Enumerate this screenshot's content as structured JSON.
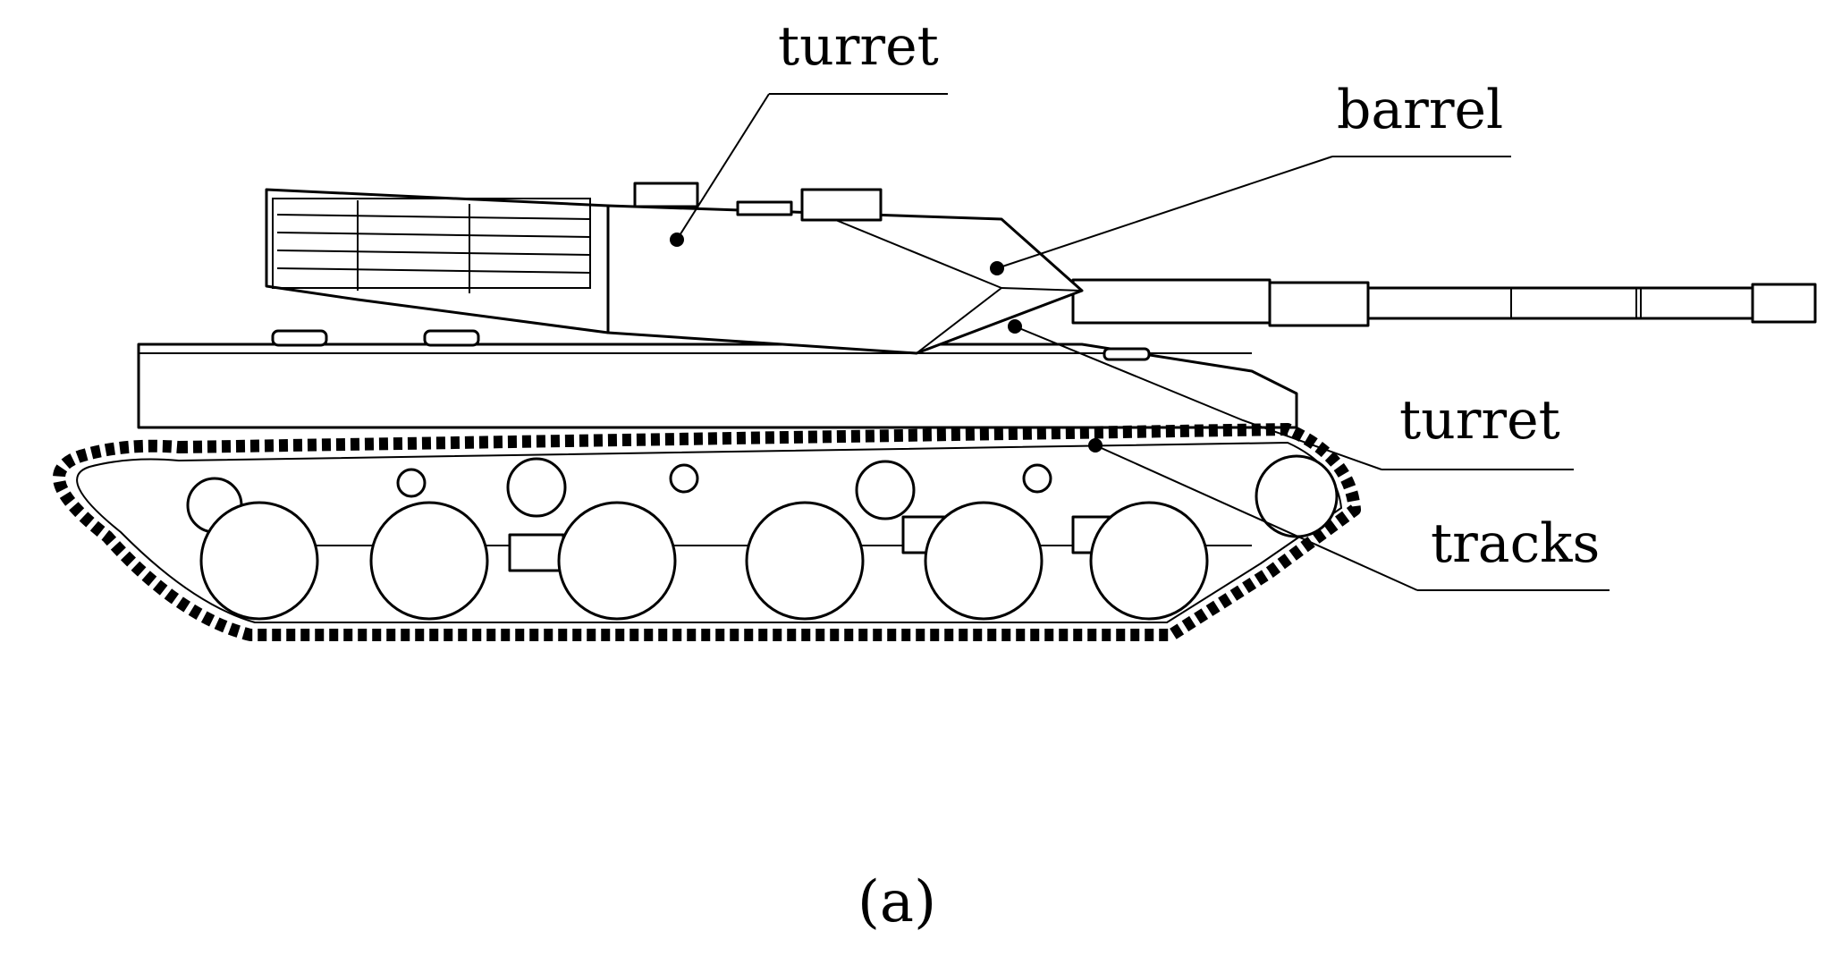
{
  "labels": {
    "turret_top": "turret",
    "barrel": "barrel",
    "turret_lower": "turret",
    "tracks": "tracks"
  },
  "caption": "(a)",
  "colors": {
    "stroke": "#000000",
    "fill": "#ffffff",
    "background": "#ffffff"
  }
}
